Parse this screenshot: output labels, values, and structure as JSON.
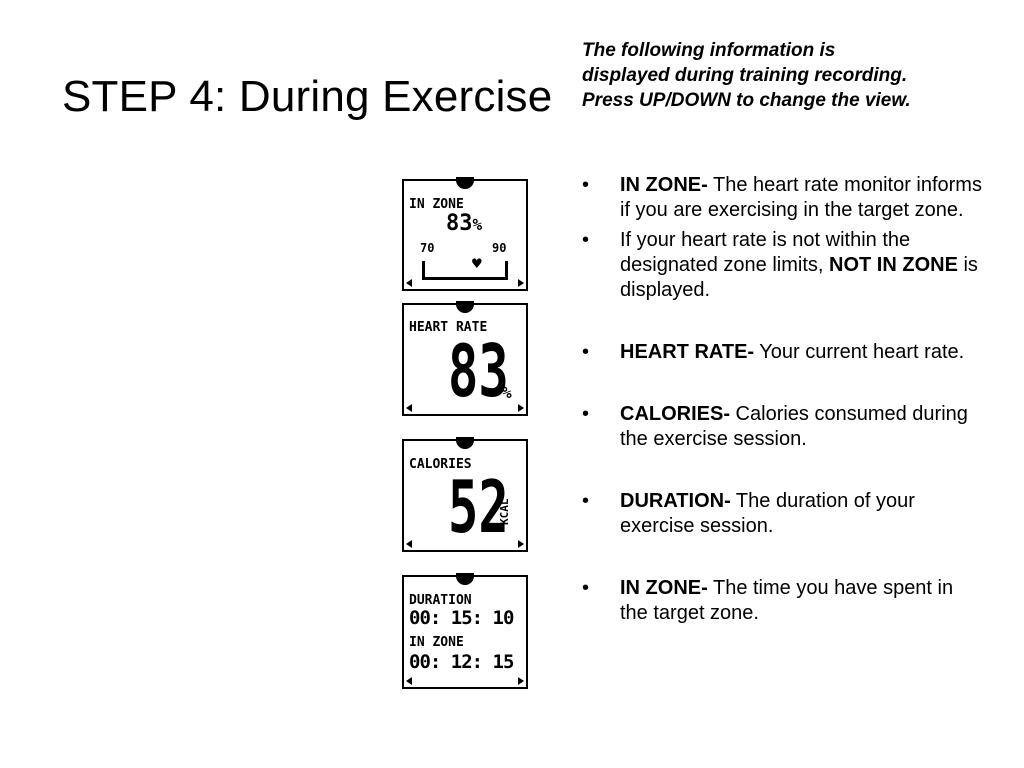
{
  "slide": {
    "title": "STEP 4: During Exercise",
    "intro": "The following information is displayed during training recording. Press UP/DOWN to change the view.",
    "bullets": [
      {
        "term": "IN ZONE-",
        "text": " The heart rate monitor informs if you are exercising in the target zone."
      },
      {
        "pre": "If your heart rate is not within the designated zone limits, ",
        "term": "NOT IN ZONE",
        "post": " is displayed."
      },
      {
        "term": "HEART RATE-",
        "text": " Your current heart rate."
      },
      {
        "term": "CALORIES-",
        "text": " Calories consumed during the exercise session."
      },
      {
        "term": "DURATION-",
        "text": " The duration of your exercise session."
      },
      {
        "term": "IN ZONE-",
        "text": " The time you have spent in the target zone."
      }
    ]
  },
  "screens": {
    "inzone": {
      "label": "IN ZONE",
      "value": "83",
      "unit": "%",
      "low": "70",
      "high": "90",
      "heart_icon": "heart-icon"
    },
    "heartrate": {
      "label": "HEART RATE",
      "value": "83",
      "unit": "%"
    },
    "calories": {
      "label": "CALORIES",
      "value": "52",
      "unit": "KCAL"
    },
    "duration": {
      "label": "DURATION",
      "value": "00: 15: 10",
      "label2": "IN ZONE",
      "value2": "00: 12: 15"
    }
  }
}
